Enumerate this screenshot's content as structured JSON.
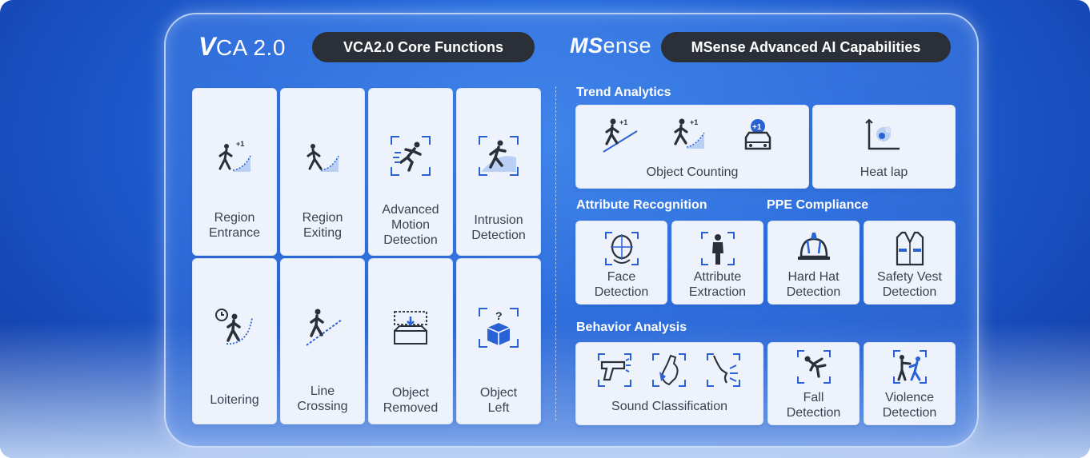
{
  "header": {
    "vca_logo_v": "V",
    "vca_logo_rest": "CA 2.0",
    "vca_pill": "VCA2.0 Core Functions",
    "msense_logo_ms": "MS",
    "msense_logo_rest": "ense",
    "msense_pill": "MSense Advanced AI Capabilities"
  },
  "vca_functions": [
    {
      "label": "Region\nEntrance",
      "icon": "person-region-entrance-icon"
    },
    {
      "label": "Region\nExiting",
      "icon": "person-region-exiting-icon"
    },
    {
      "label": "Advanced\nMotion\nDetection",
      "icon": "running-person-icon"
    },
    {
      "label": "Intrusion\nDetection",
      "icon": "intrusion-person-icon"
    },
    {
      "label": "Loitering",
      "icon": "loitering-clock-icon"
    },
    {
      "label": "Line\nCrossing",
      "icon": "line-crossing-person-icon"
    },
    {
      "label": "Object\nRemoved",
      "icon": "object-removed-box-icon"
    },
    {
      "label": "Object\nLeft",
      "icon": "object-left-cube-icon"
    }
  ],
  "msense": {
    "trend_title": "Trend Analytics",
    "object_counting": "Object Counting",
    "heat_map": "Heat lap",
    "attribute_title": "Attribute Recognition",
    "ppe_title": "PPE Compliance",
    "face_detection": "Face\nDetection",
    "attribute_extraction": "Attribute\nExtraction",
    "hard_hat": "Hard Hat\nDetection",
    "safety_vest": "Safety Vest\nDetection",
    "behavior_title": "Behavior Analysis",
    "sound_classification": "Sound Classification",
    "fall_detection": "Fall\nDetection",
    "violence_detection": "Violence\nDetection",
    "plus_one": "+1"
  },
  "colors": {
    "accent_blue": "#2a62d6",
    "icon_dark": "#2b2f38",
    "pill_bg": "#2b2f38"
  }
}
